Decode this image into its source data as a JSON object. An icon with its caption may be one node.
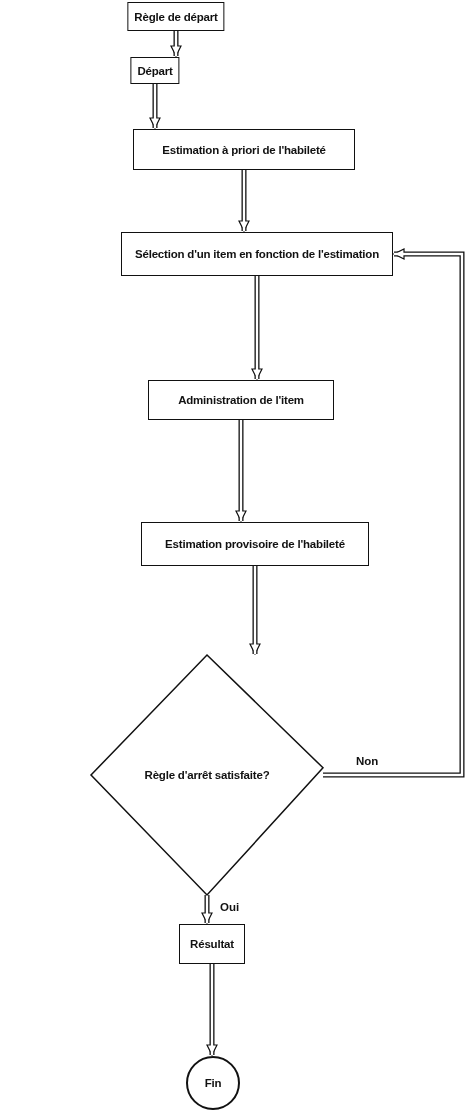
{
  "diagram": {
    "nodes": [
      {
        "text": [
          "Règle de départ"
        ]
      },
      {
        "text": [
          "Départ"
        ]
      },
      {
        "text": [
          "Estimation à priori de l'habileté"
        ]
      },
      {
        "text": [
          "Sélection d'un item en fonction de l'estimation"
        ]
      },
      {
        "text": [
          "Administration de l'item"
        ]
      },
      {
        "text": [
          "Estimation provisoire de l'habileté"
        ]
      },
      {
        "text": [
          "Règle d'arrêt satisfaite?"
        ]
      },
      {
        "text": [
          "Résultat"
        ]
      },
      {
        "text": [
          "Fin"
        ]
      }
    ],
    "edges": [
      {
        "from": 0,
        "to": 1,
        "arrow": "to"
      },
      {
        "from": 1,
        "to": 2,
        "arrow": "to"
      },
      {
        "from": 2,
        "to": 3,
        "arrow": "to"
      },
      {
        "from": 3,
        "to": 4,
        "arrow": "to"
      },
      {
        "from": 4,
        "to": 5,
        "arrow": "to"
      },
      {
        "from": 5,
        "to": 6,
        "arrow": "to"
      },
      {
        "from": 6,
        "to": 7,
        "arrow": "to",
        "label": "Oui"
      },
      {
        "from": 6,
        "to": 3,
        "arrow": "to",
        "label": "Non"
      },
      {
        "from": 7,
        "to": 8,
        "arrow": "to"
      }
    ]
  }
}
